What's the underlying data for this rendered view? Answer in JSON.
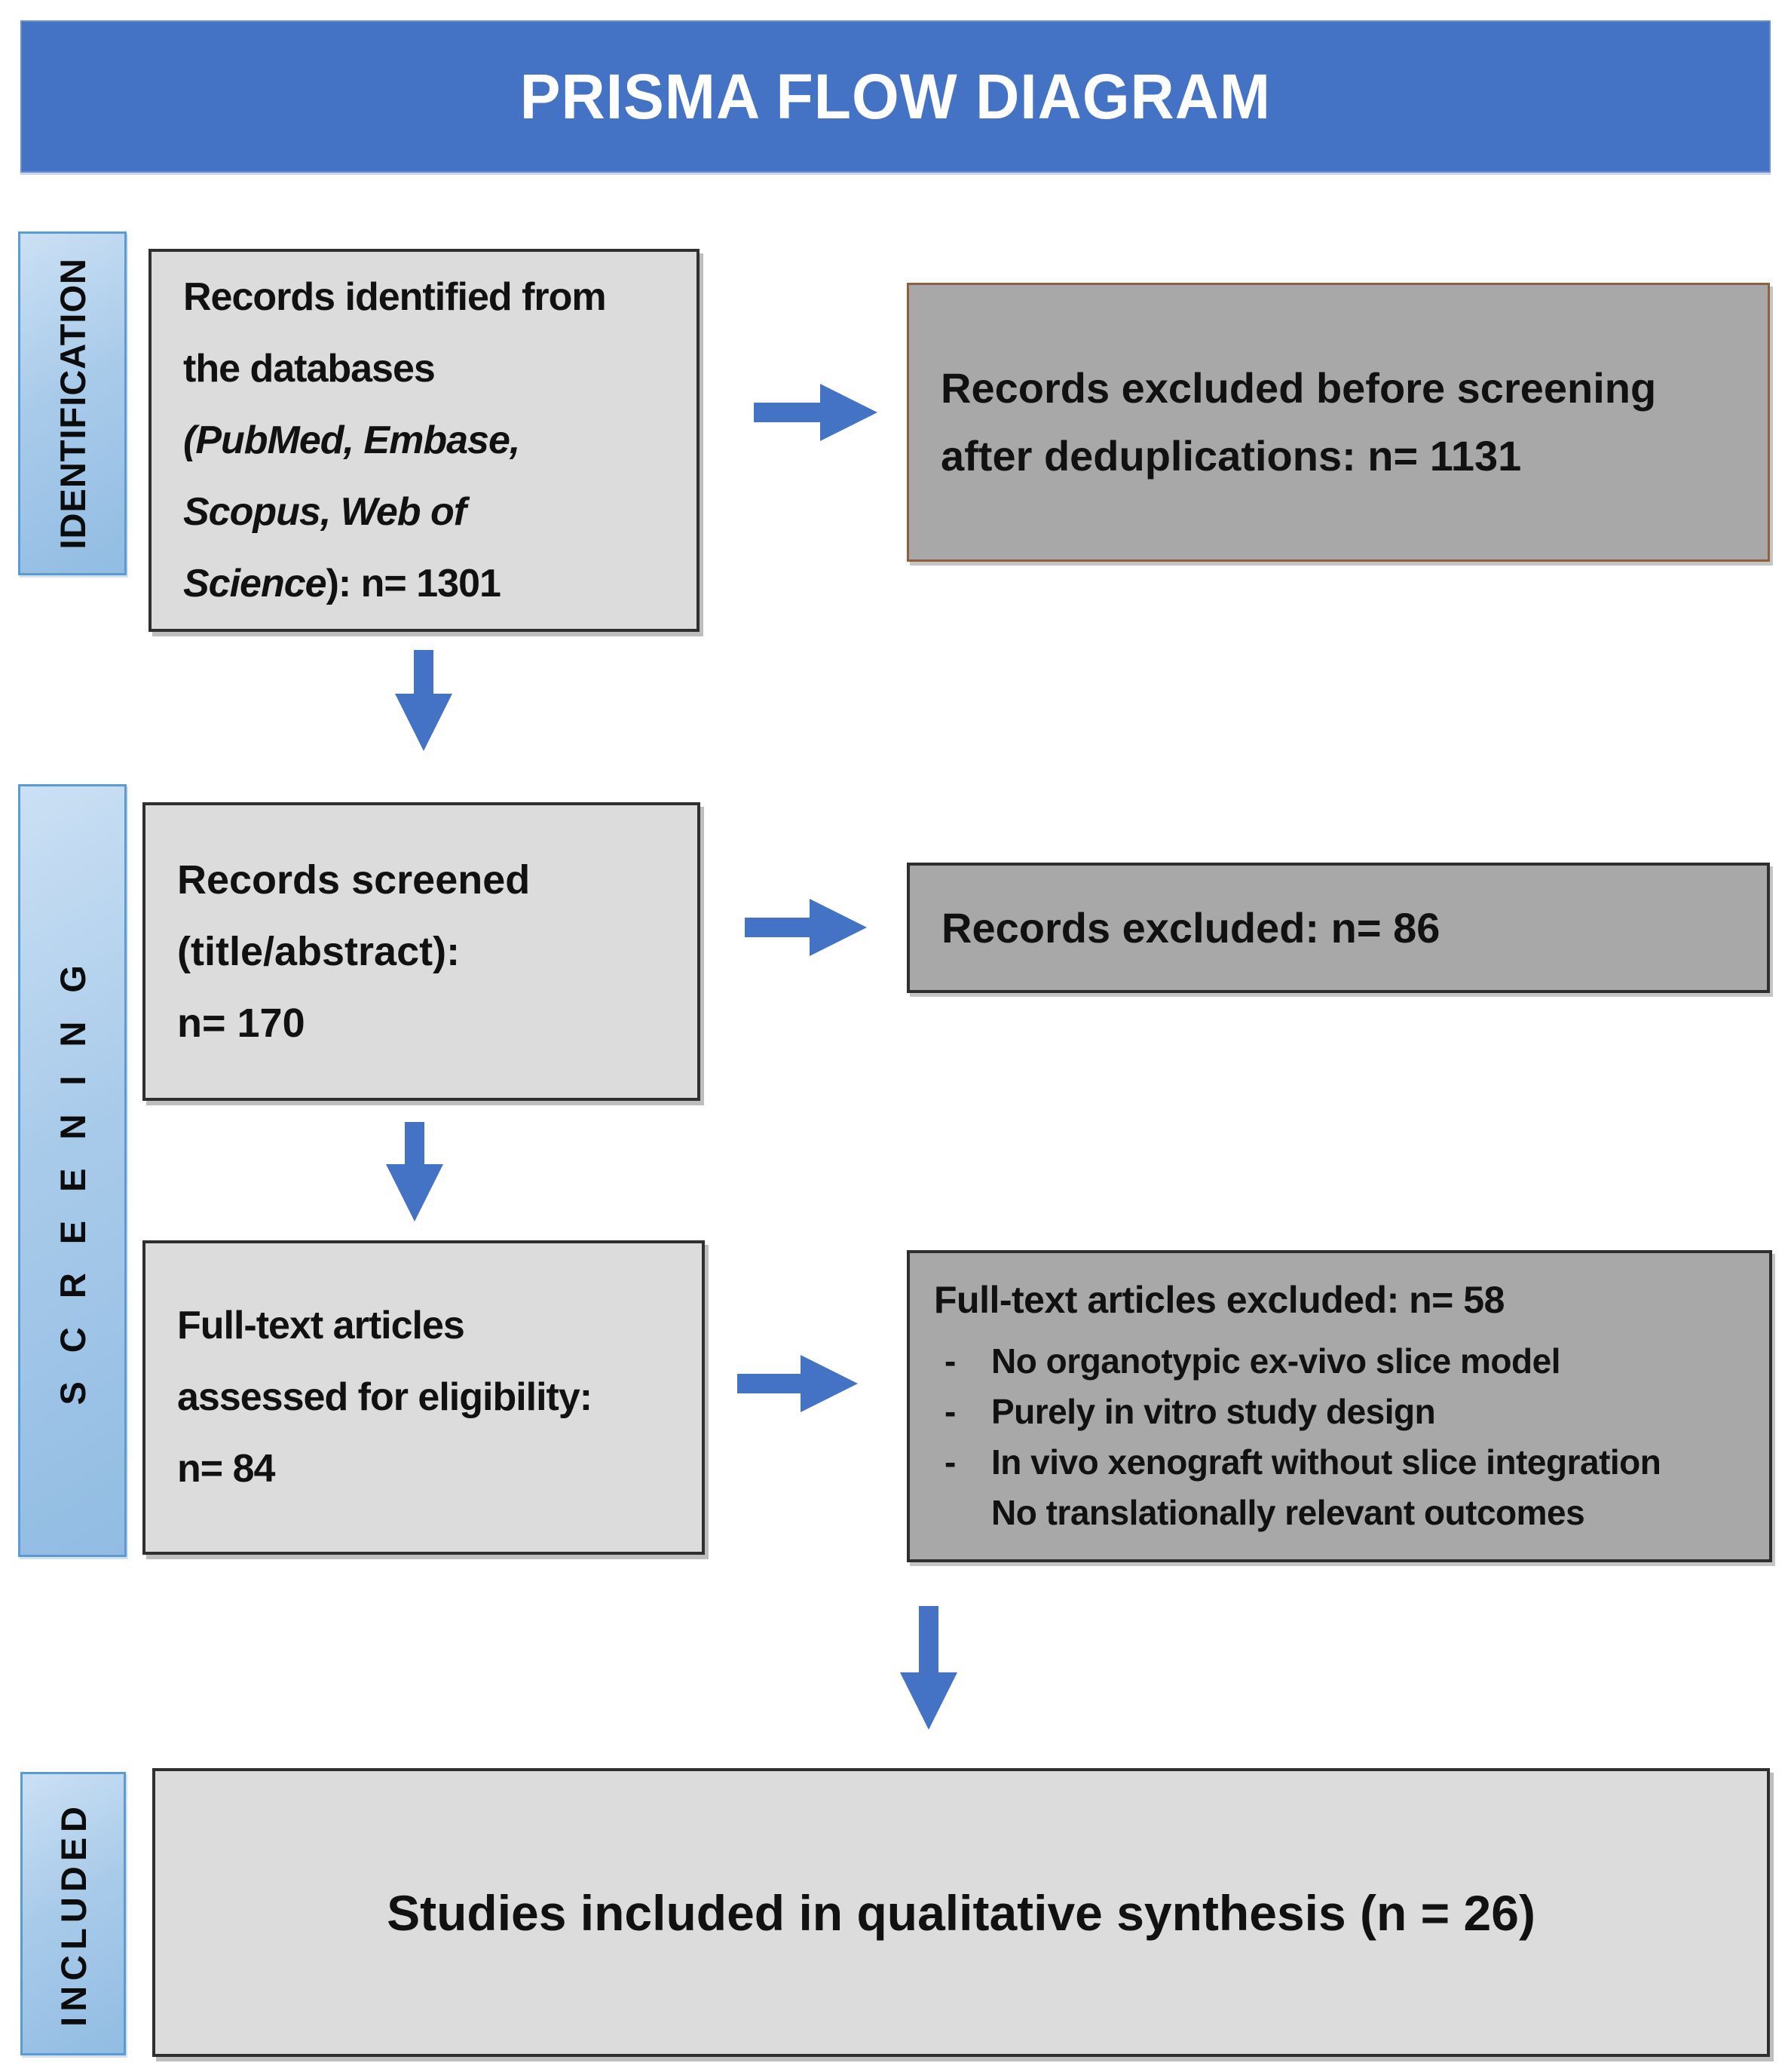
{
  "title": "PRISMA FLOW DIAGRAM",
  "sidebar": {
    "identification": "IDENTIFICATION",
    "screening": "SCREENING",
    "included": "INCLUDED"
  },
  "boxes": {
    "identified": {
      "lines": [
        [
          {
            "t": "Records identified from"
          }
        ],
        [
          {
            "t": "the databases"
          }
        ],
        [
          {
            "t": "(PubMed, Embase,",
            "i": true
          }
        ],
        [
          {
            "t": "Scopus, Web of",
            "i": true
          }
        ],
        [
          {
            "t": "Science",
            "i": true
          },
          {
            "t": "): n= 1301"
          }
        ]
      ]
    },
    "excluded_dedup": {
      "lines": [
        [
          {
            "t": "Records excluded before screening"
          }
        ],
        [
          {
            "t": "after deduplications: n= 1131"
          }
        ]
      ]
    },
    "screened": {
      "lines": [
        [
          {
            "t": "Records screened"
          }
        ],
        [
          {
            "t": "(title/abstract):"
          }
        ],
        [
          {
            "t": "n= 170"
          }
        ]
      ]
    },
    "excluded_screened": {
      "lines": [
        [
          {
            "t": "Records excluded: n= 86"
          }
        ]
      ]
    },
    "fulltext": {
      "lines": [
        [
          {
            "t": "Full-text articles"
          }
        ],
        [
          {
            "t": "assessed for eligibility:"
          }
        ],
        [
          {
            "t": "n= 84"
          }
        ]
      ]
    },
    "excluded_fulltext": {
      "title": "Full-text articles excluded: n= 58",
      "bullets": [
        {
          "dash": "-",
          "text": "No organotypic ex-vivo slice model"
        },
        {
          "dash": "-",
          "text": "Purely in vitro study design"
        },
        {
          "dash": "-",
          "text": "In vivo xenograft without slice integration"
        },
        {
          "dash": "",
          "text": "No translationally relevant outcomes"
        }
      ]
    },
    "included": {
      "text": "Studies included in qualitative synthesis (n = 26)"
    }
  },
  "colors": {
    "accent_blue": "#4472C4",
    "sidebar_blue": "#9CC3E6",
    "sidebar_border": "#5B9BD5",
    "box_light_gray": "#DCDCDC",
    "box_dark_gray": "#A8A8A8",
    "border_dark": "#2F2F2F",
    "border_brown": "#8E5F41",
    "title_text": "#FFFFFF",
    "body_text": "#111111"
  }
}
